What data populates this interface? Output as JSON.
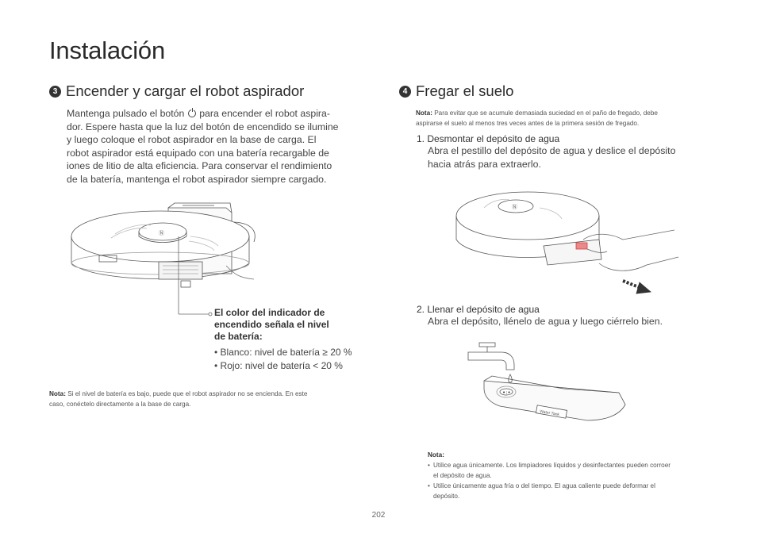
{
  "page": {
    "title": "Instalación",
    "page_number": "202"
  },
  "section3": {
    "number": "3",
    "heading": "Encender y cargar el robot aspirador",
    "text_before_icon": "Mantenga pulsado el botón",
    "text_after_icon": " para encender el robot aspira-",
    "lines": [
      "dor. Espere hasta que la luz del botón de encendido se ilumine",
      "y luego coloque el robot aspirador en la base de carga. El",
      "robot aspirador está equipado con una batería recargable de",
      "iones de litio de alta eficiencia. Para conservar el rendimiento",
      "de la batería, mantenga el robot aspirador siempre cargado."
    ],
    "power_icon": "power-icon",
    "callout": {
      "title_lines": [
        "El color del indicador de",
        "encendido señala el nivel",
        "de batería:"
      ],
      "bullets": [
        "• Blanco: nivel de batería ≥ 20 %",
        "• Rojo: nivel de batería < 20 %"
      ]
    },
    "note": {
      "label": "Nota:",
      "line1": " Si el nivel de batería es bajo, puede que el robot aspirador no se encienda. En este",
      "line2": "caso, conéctelo directamente a la base de carga."
    }
  },
  "section4": {
    "number": "4",
    "heading": "Fregar el suelo",
    "note": {
      "label": "Nota:",
      "line1": " Para evitar que se acumule demasiada suciedad en el paño de fregado, debe",
      "line2": "aspirarse el suelo al menos tres veces antes de la primera sesión de fregado."
    },
    "step1": {
      "title": "1. Desmontar el depósito de agua",
      "lines": [
        "Abra el pestillo del depósito de agua y deslice el depósito",
        "hacia atrás para extraerlo."
      ]
    },
    "step2": {
      "title": "2. Llenar el depósito de agua",
      "lines": [
        "Abra el depósito, llénelo de agua y luego ciérrelo bien."
      ]
    },
    "tank_label": "Water Tank",
    "bottom_note": {
      "label": "Nota:",
      "items": [
        [
          "Utilice agua únicamente. Los limpiadores líquidos y desinfectantes pueden corroer",
          "el depósito de agua."
        ],
        [
          "Utilice únicamente agua fría o del tiempo. El agua caliente puede deformar el",
          "depósito."
        ]
      ]
    }
  }
}
